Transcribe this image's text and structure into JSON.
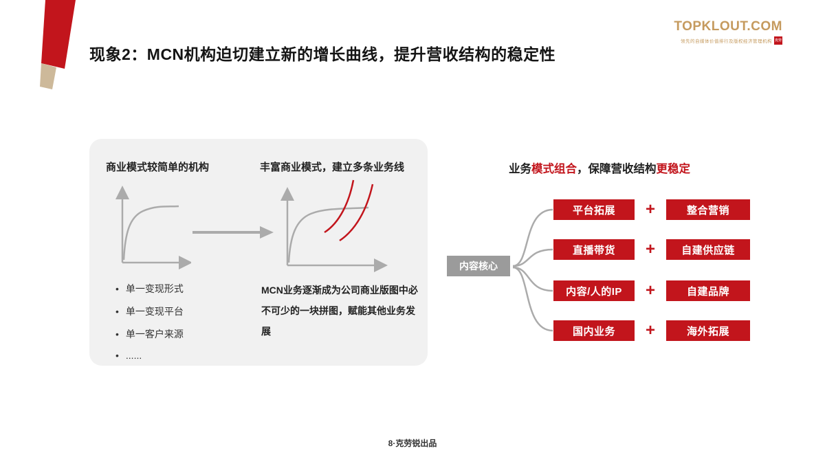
{
  "slide": {
    "title": "现象2：MCN机构迫切建立新的增长曲线，提升营收结构的稳定性",
    "footer": "8·克劳锐出品"
  },
  "logo": {
    "name": "TOPKLOUT.COM",
    "tagline": "领先的自媒体价值排行及版权经济管理机构",
    "seal": "克劳锐"
  },
  "panel": {
    "col1_title": "商业模式较简单的机构",
    "col2_title": "丰富商业模式，建立多条业务线",
    "bullets": [
      "单一变现形式",
      "单一变现平台",
      "单一客户来源",
      "......"
    ],
    "col2_note": "MCN业务逐渐成为公司商业版图中必不可少的一块拼图，赋能其他业务发展"
  },
  "right": {
    "heading": {
      "p1": "业务",
      "p2": "模式组合",
      "p3": "，保障营收结构",
      "p4": "更稳定"
    },
    "core": "内容核心",
    "plus": "+",
    "rows": [
      {
        "left": "平台拓展",
        "right": "整合营销"
      },
      {
        "left": "直播带货",
        "right": "自建供应链"
      },
      {
        "left": "内容/人的IP",
        "right": "自建品牌"
      },
      {
        "left": "国内业务",
        "right": "海外拓展"
      }
    ]
  },
  "colors": {
    "accent_red": "#c2151c",
    "brand_gold": "#c59a5e",
    "panel_bg": "#f1f1f1",
    "core_gray": "#9b9b9b",
    "line_gray": "#ababab"
  }
}
